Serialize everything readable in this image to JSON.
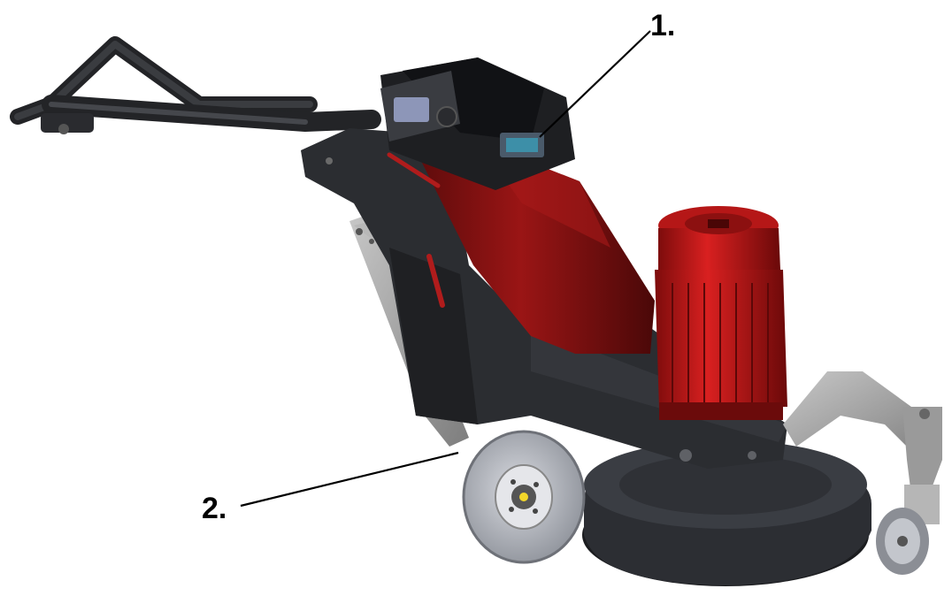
{
  "callouts": [
    {
      "id": "1",
      "label": "1."
    },
    {
      "id": "2",
      "label": "2."
    }
  ],
  "colors": {
    "frame": "#2b2d31",
    "frame_dark": "#1c1d20",
    "housing_red": "#8e1414",
    "motor_red": "#c61a1a",
    "steel": "#a3a3a3",
    "tire": "#b9bcc4"
  }
}
